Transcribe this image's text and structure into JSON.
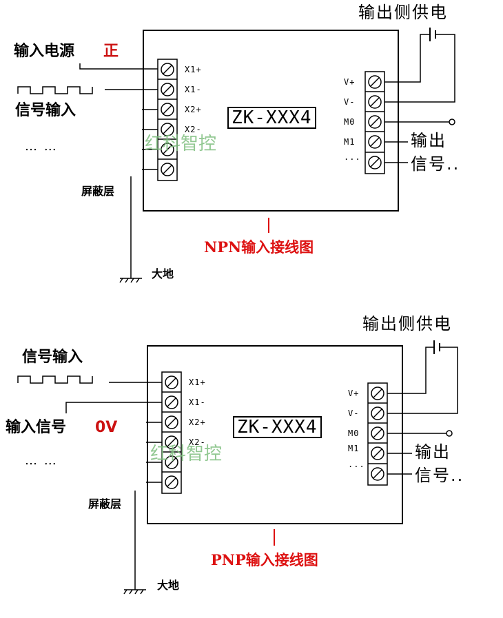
{
  "npn": {
    "top_right_label": "输出侧供电",
    "power_label": "输入电源",
    "power_polarity": "正",
    "signal_label": "信号输入",
    "more_dots": "… …",
    "shield_label": "屏蔽层",
    "ground_label": "大地",
    "model": "ZK-XXX4",
    "watermark": "红科智控",
    "input_terminals": [
      "X1+",
      "X1-",
      "X2+",
      "X2-"
    ],
    "output_terminals": [
      "V+",
      "V-",
      "M0",
      "M1",
      "..."
    ],
    "output_label_1": "输出",
    "output_label_2": "信号..",
    "caption": "NPN输入接线图"
  },
  "pnp": {
    "top_right_label": "输出侧供电",
    "signal_label": "信号输入",
    "input_label": "输入信号",
    "input_polarity": "0V",
    "more_dots": "… …",
    "shield_label": "屏蔽层",
    "ground_label": "大地",
    "model": "ZK-XXX4",
    "watermark": "红科智控",
    "input_terminals": [
      "X1+",
      "X1-",
      "X2+",
      "X2-"
    ],
    "output_terminals": [
      "V+",
      "V-",
      "M0",
      "M1",
      "..."
    ],
    "output_label_1": "输出",
    "output_label_2": "信号..",
    "caption": "PNP输入接线图"
  },
  "colors": {
    "caption": "#dd1111",
    "watermark": "#7fbf7f",
    "line": "#000000"
  }
}
